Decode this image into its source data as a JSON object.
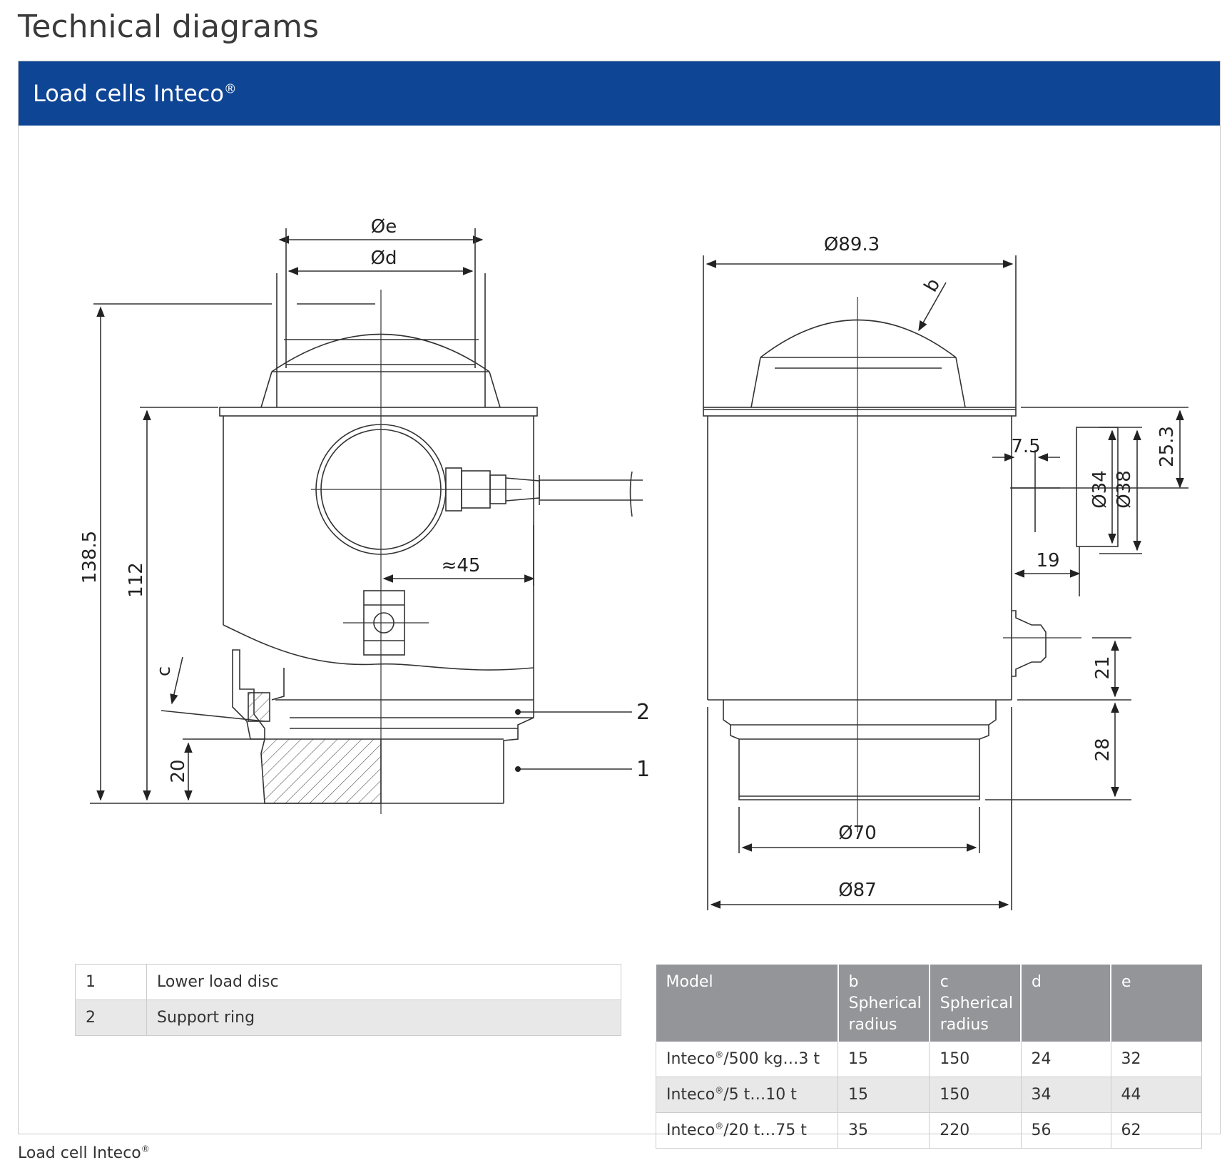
{
  "page_title": "Technical diagrams",
  "panel": {
    "title": "Load cells Inteco",
    "title_sup": "®"
  },
  "drawing": {
    "left_view": {
      "dim_e": "Øe",
      "dim_d": "Ød",
      "dim_height_total": "138.5",
      "dim_height_body": "112",
      "dim_connector": "≈45",
      "dim_ring": "20",
      "dim_c": "c",
      "callout_2": "2",
      "callout_1": "1"
    },
    "right_view": {
      "dim_top_dia": "Ø89.3",
      "dim_b": "b",
      "dim_25": "25.3",
      "dim_7": "7.5",
      "dim_34": "Ø34",
      "dim_38": "Ø38",
      "dim_19": "19",
      "dim_21": "21",
      "dim_28": "28",
      "dim_70": "Ø70",
      "dim_87": "Ø87"
    }
  },
  "legend": [
    {
      "num": "1",
      "label": "Lower load disc"
    },
    {
      "num": "2",
      "label": "Support ring"
    }
  ],
  "dimensions_table": {
    "headers": {
      "model": "Model",
      "b_letter": "b",
      "b_sub": "Spherical radius",
      "c_letter": "c",
      "c_sub": "Spherical radius",
      "d": "d",
      "e": "e"
    },
    "rows": [
      {
        "model_name": "Inteco",
        "model_range": "/500 kg…3 t",
        "b": "15",
        "c": "150",
        "d": "24",
        "e": "32"
      },
      {
        "model_name": "Inteco",
        "model_range": "/5 t…10 t",
        "b": "15",
        "c": "150",
        "d": "34",
        "e": "44"
      },
      {
        "model_name": "Inteco",
        "model_range": "/20 t…75 t",
        "b": "35",
        "c": "220",
        "d": "56",
        "e": "62"
      }
    ],
    "reg_mark": "®"
  },
  "caption": {
    "text": "Load cell Inteco",
    "sup": "®"
  }
}
